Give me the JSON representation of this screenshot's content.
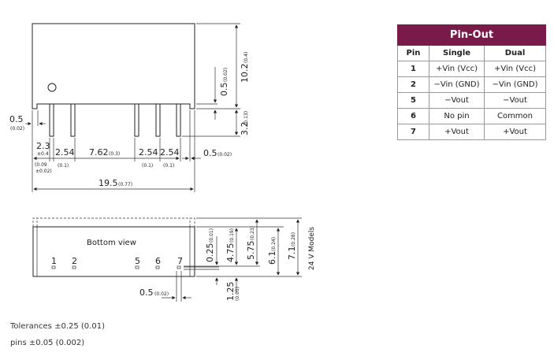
{
  "top_view": {
    "dims": {
      "height": "10.2",
      "height_in": "(0.4)",
      "standoff": "0.5",
      "standoff_in": "(0.02)",
      "pin_length": "3.2",
      "pin_length_in": "(0.13)",
      "left_offset": "0.5",
      "left_offset_in": "(0.02)",
      "first_pin": "2.3",
      "first_pin_tol": "±0.4",
      "first_pin_in": "(0.09",
      "first_pin_in_tol": "±0.02)",
      "pitch1": "2.54",
      "pitch1_in": "(0.1)",
      "gap": "7.62",
      "gap_in": "(0.3)",
      "pitch2": "2.54",
      "pitch2_in": "(0.1)",
      "pitch3": "2.54",
      "pitch3_in": "(0.1)",
      "right_offset": "0.5",
      "right_offset_in": "(0.02)",
      "width": "19.5",
      "width_in": "(0.77)"
    }
  },
  "bottom_view": {
    "label": "Bottom view",
    "pins": [
      "1",
      "2",
      "5",
      "6",
      "7"
    ],
    "dims": {
      "pad_offset": "0.25",
      "pad_offset_in": "(0.01)",
      "d475": "4.75",
      "d475_in": "(0.19)",
      "d575": "5.75",
      "d575_in": "(0.23)",
      "d61": "6.1",
      "d61_in": "(0.24)",
      "d71": "7.1",
      "d71_in": "(0.28)",
      "models_note": "24 V Models",
      "pin_width": "0.5",
      "pin_width_in": "(0.02)",
      "d125": "1.25",
      "d125_in": "(0.05)"
    }
  },
  "tolerances": {
    "line1": "Tolerances  ±0.25 (0.01)",
    "line2": "pins ±0.05 (0.002)"
  },
  "pinout": {
    "title": "Pin-Out",
    "headers": [
      "Pin",
      "Single",
      "Dual"
    ],
    "rows": [
      [
        "1",
        "+Vin (Vcc)",
        "+Vin (Vcc)"
      ],
      [
        "2",
        "−Vin (GND)",
        "−Vin (GND)"
      ],
      [
        "5",
        "−Vout",
        "−Vout"
      ],
      [
        "6",
        "No pin",
        "Common"
      ],
      [
        "7",
        "+Vout",
        "+Vout"
      ]
    ],
    "title_color": "#7a1a4a"
  }
}
